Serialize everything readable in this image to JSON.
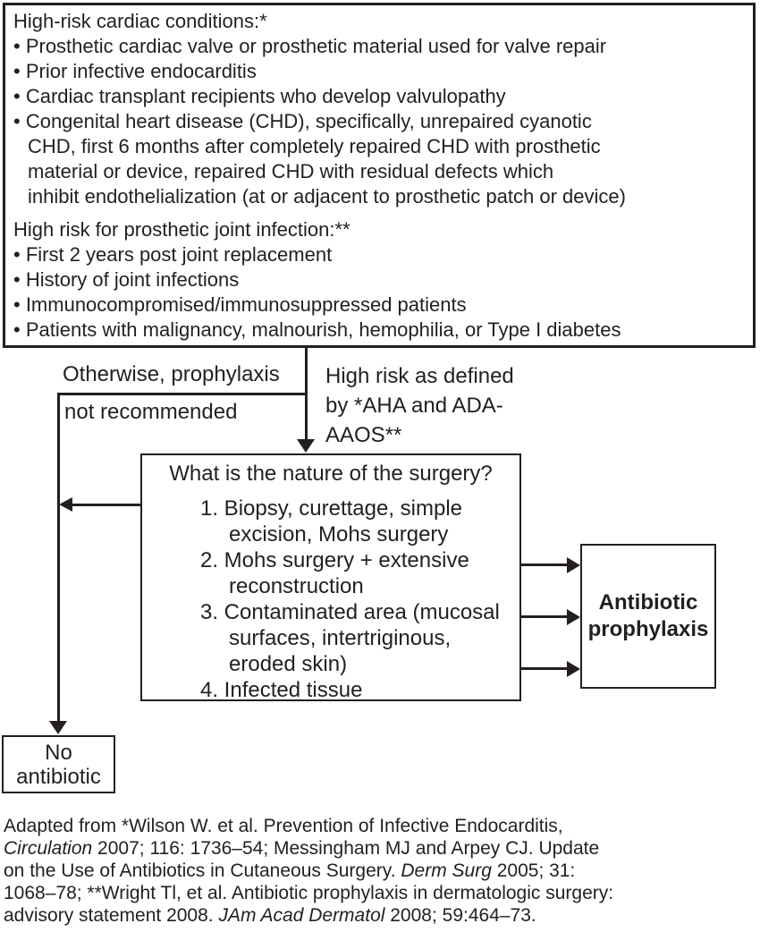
{
  "palette": {
    "ink": "#231f20",
    "background": "#ffffff"
  },
  "top_box": {
    "heading1": "High-risk cardiac conditions:*",
    "bullets1": [
      "• Prosthetic cardiac valve or prosthetic material used for valve repair",
      "• Prior infective endocarditis",
      "• Cardiac transplant recipients who develop valvulopathy",
      "• Congenital heart disease (CHD), specifically, unrepaired cyanotic\nCHD, first 6 months after completely repaired CHD with prosthetic\nmaterial or device, repaired CHD with residual defects which\ninhibit endothelialization (at or adjacent to prosthetic patch or device)"
    ],
    "heading2": "High risk for prosthetic joint infection:**",
    "bullets2": [
      "• First 2 years post joint replacement",
      "• History of joint infections",
      "• Immunocompromised/immunosuppressed patients",
      "• Patients with malignancy, malnourish, hemophilia, or Type I diabetes"
    ]
  },
  "branch_labels": {
    "not_recommended_line1": "Otherwise, prophylaxis",
    "not_recommended_line2": "not recommended",
    "high_risk": "High risk as defined\nby *AHA and ADA-\nAAOS**"
  },
  "surgery_box": {
    "heading": "What is the nature of the surgery?",
    "items": [
      "1. Biopsy, curettage, simple\nexcision, Mohs surgery",
      "2. Mohs surgery + extensive\nreconstruction",
      "3. Contaminated area (mucosal\nsurfaces, intertriginous,\neroded skin)",
      "4. Infected tissue"
    ]
  },
  "outcome_boxes": {
    "antibiotic": "Antibiotic\nprophylaxis",
    "no_antibiotic": "No\nantibiotic"
  },
  "citation": {
    "line1": "Adapted from *Wilson W. et al. Prevention of Infective Endocarditis,",
    "line2_italic": "Circulation",
    "line2_rest": " 2007; 116: 1736–54; Messingham MJ and Arpey CJ. Update",
    "line3_pre": "on the Use of Antibiotics in Cutaneous Surgery. ",
    "line3_italic": "Derm Surg",
    "line3_rest": " 2005; 31:",
    "line4": "1068–78; **Wright Tl, et al. Antibiotic prophylaxis in dermatologic surgery:",
    "line5_pre": "advisory statement 2008. ",
    "line5_italic": "JAm Acad Dermatol",
    "line5_rest": " 2008; 59:464–73."
  }
}
